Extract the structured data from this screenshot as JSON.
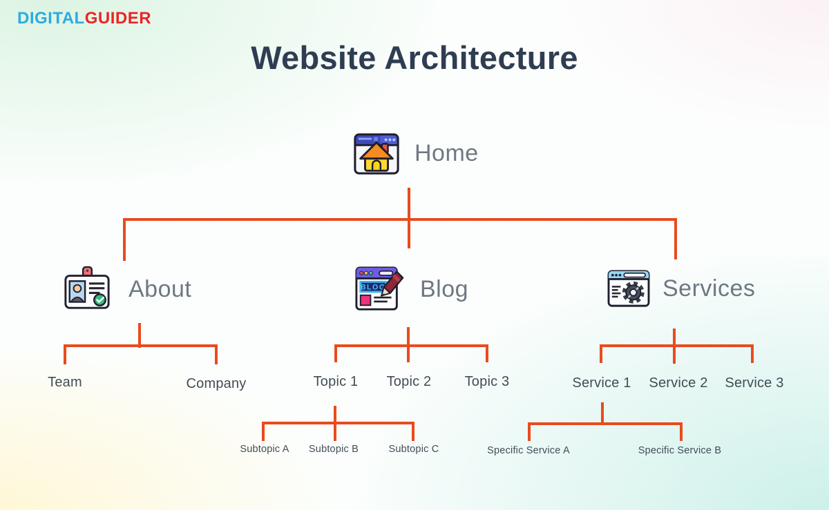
{
  "brand": {
    "part1": "DIGITAL",
    "part2": "GUIDER"
  },
  "title": "Website Architecture",
  "colors": {
    "connector": "#E8481C",
    "title": "#2C3A4F",
    "node_label": "#6C767F",
    "leaf_label": "#3E4953",
    "brand_blue": "#29A9E1",
    "brand_red": "#EC2024"
  },
  "icons": {
    "home": "home-browser-icon",
    "about": "id-card-icon",
    "blog": "blog-browser-pencil-icon",
    "services": "gear-browser-icon",
    "blog_banner_text": "BLOG"
  },
  "nodes": {
    "home": {
      "label": "Home"
    },
    "about": {
      "label": "About"
    },
    "blog": {
      "label": "Blog"
    },
    "services": {
      "label": "Services"
    }
  },
  "leaves": {
    "team": "Team",
    "company": "Company",
    "topic1": "Topic 1",
    "topic2": "Topic 2",
    "topic3": "Topic 3",
    "service1": "Service 1",
    "service2": "Service 2",
    "service3": "Service 3",
    "subtopicA": "Subtopic A",
    "subtopicB": "Subtopic B",
    "subtopicC": "Subtopic C",
    "specificA": "Specific Service A",
    "specificB": "Specific Service B"
  },
  "hierarchy": {
    "Home": [
      "About",
      "Blog",
      "Services"
    ],
    "About": [
      "Team",
      "Company"
    ],
    "Blog": [
      "Topic 1",
      "Topic 2",
      "Topic 3"
    ],
    "Topic 1": [
      "Subtopic A",
      "Subtopic B",
      "Subtopic C"
    ],
    "Services": [
      "Service 1",
      "Service 2",
      "Service 3"
    ],
    "Service 1": [
      "Specific Service A",
      "Specific Service B"
    ]
  }
}
